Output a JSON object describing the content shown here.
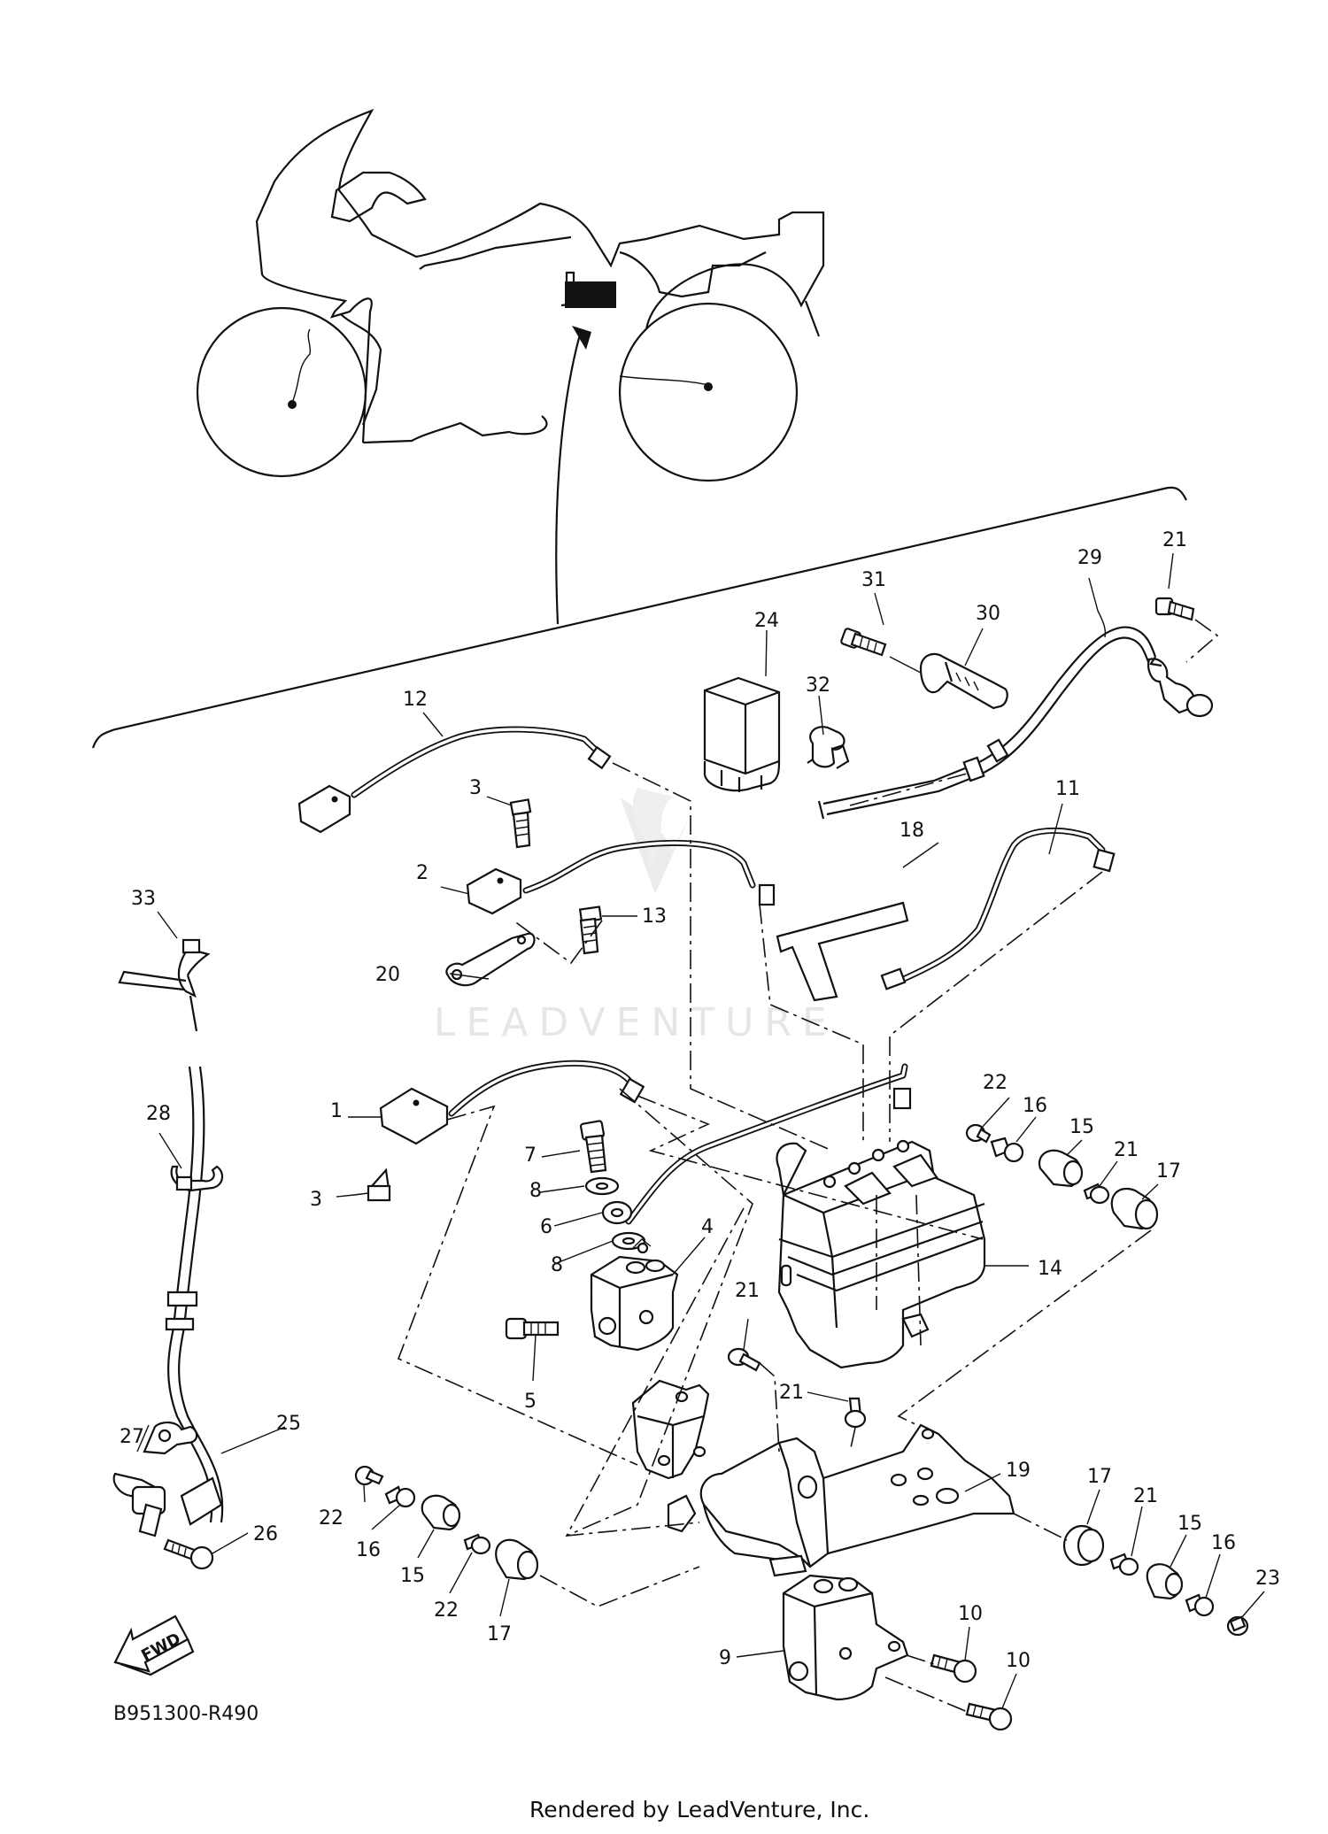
{
  "diagram": {
    "code": "B951300-R490",
    "fwd_label": "FWD",
    "watermark": "LEADVENTURE",
    "footer": "Rendered by LeadVenture, Inc."
  },
  "callouts": [
    "1",
    "2",
    "3",
    "3",
    "4",
    "5",
    "6",
    "7",
    "8",
    "8",
    "9",
    "10",
    "10",
    "11",
    "12",
    "13",
    "14",
    "15",
    "15",
    "15",
    "16",
    "16",
    "16",
    "17",
    "17",
    "17",
    "18",
    "19",
    "20",
    "21",
    "21",
    "21",
    "21",
    "21",
    "22",
    "22",
    "22",
    "23",
    "24",
    "25",
    "26",
    "27",
    "28",
    "29",
    "30",
    "31",
    "32",
    "33"
  ]
}
